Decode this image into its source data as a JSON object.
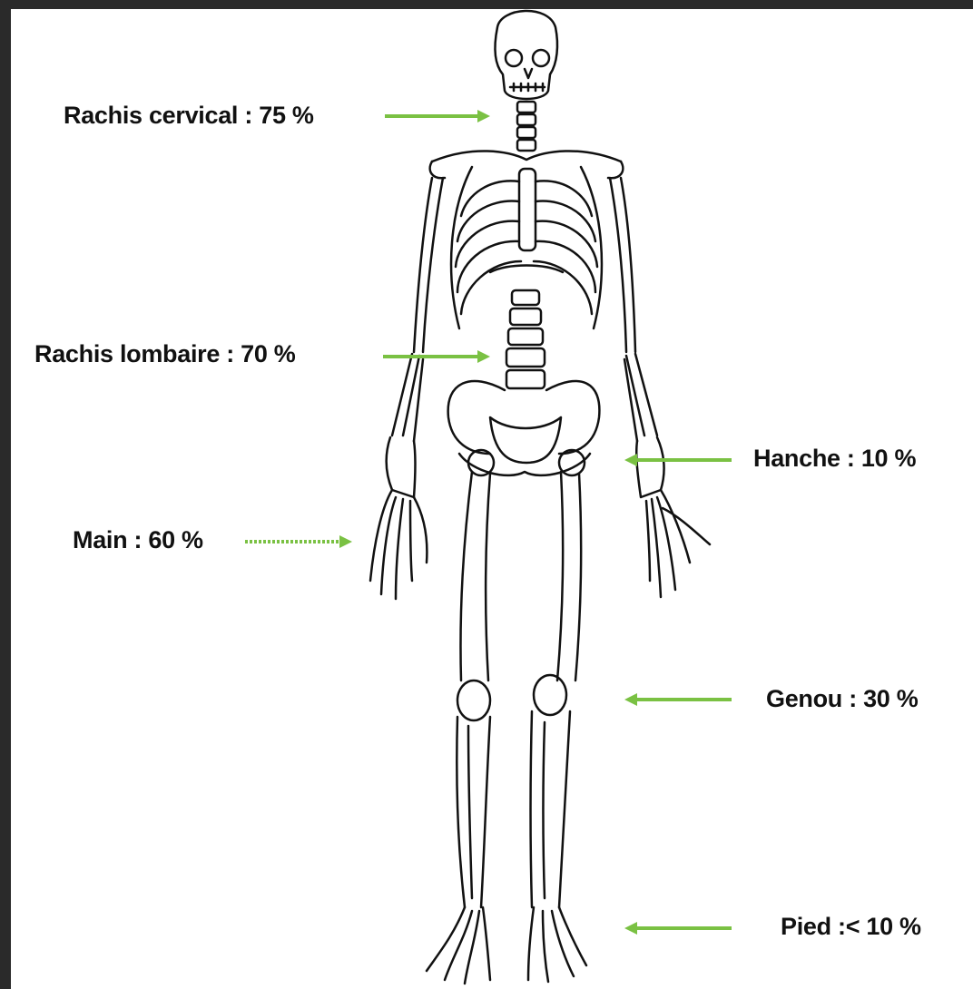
{
  "labels": {
    "cervical": "Rachis cervical : 75 %",
    "lombaire": "Rachis lombaire : 70 %",
    "hanche": "Hanche : 10 %",
    "main": "Main : 60 %",
    "genou": "Genou : 30 %",
    "pied": "Pied :< 10 %"
  },
  "colors": {
    "arrow": "#7ac143",
    "ink": "#111111",
    "frame": "#2a2a2a"
  }
}
